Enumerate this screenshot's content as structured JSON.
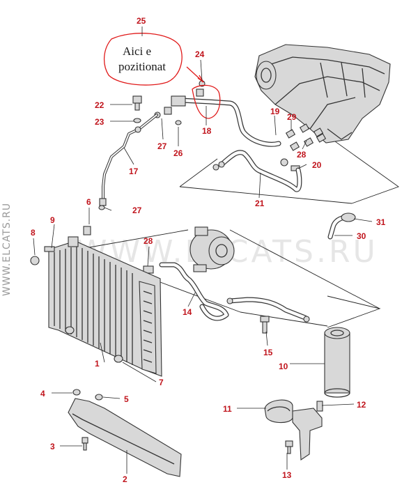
{
  "watermark": {
    "main": "WWW.ELCATS.RU",
    "side": "WWW.ELCATS.RU"
  },
  "annotation": {
    "line1": "Aici e",
    "line2": "pozitionat",
    "color": "#e01a1a"
  },
  "label_color": "#c0141c",
  "callouts": {
    "n1": "1",
    "n2": "2",
    "n3": "3",
    "n4": "4",
    "n5": "5",
    "n6": "6",
    "n7": "7",
    "n8": "8",
    "n9": "9",
    "n10": "10",
    "n11": "11",
    "n12": "12",
    "n13": "13",
    "n14": "14",
    "n15": "15",
    "n17": "17",
    "n18": "18",
    "n19": "19",
    "n20": "20",
    "n21": "21",
    "n22": "22",
    "n23": "23",
    "n24": "24",
    "n25": "25",
    "n26": "26",
    "n27a": "27",
    "n27b": "27",
    "n28a": "28",
    "n28b": "28",
    "n29": "29",
    "n30": "30",
    "n31": "31"
  }
}
